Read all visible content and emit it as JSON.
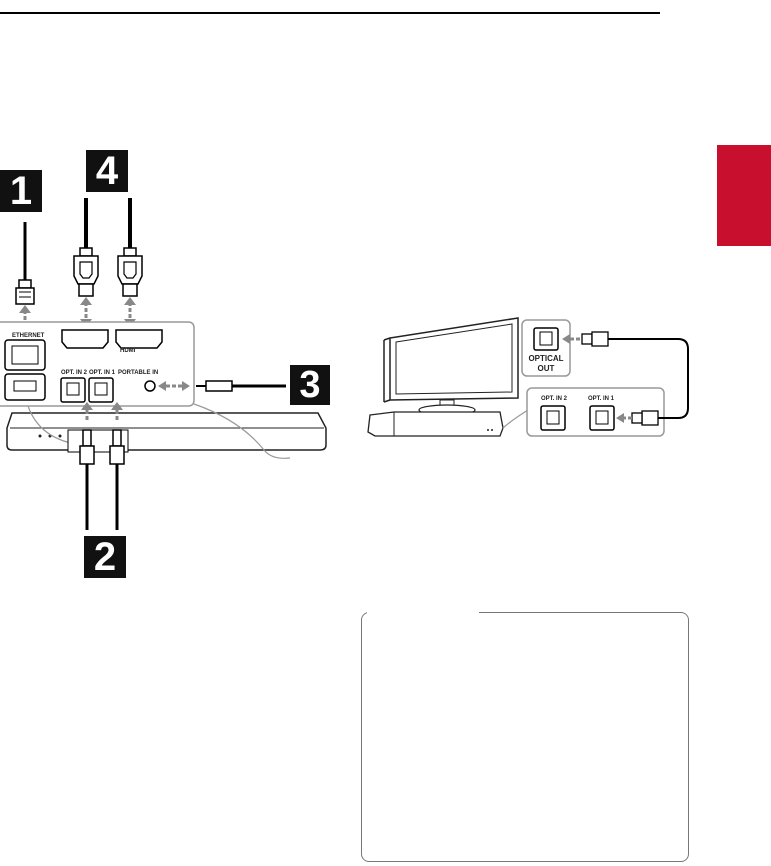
{
  "page": {
    "side_tab_color": "#c8102e"
  },
  "left_diagram": {
    "callouts": [
      "1",
      "2",
      "3",
      "4"
    ],
    "port_labels": {
      "ethernet": "ETHERNET",
      "hdmi": "HDMI",
      "opt_in_2": "OPT. IN 2",
      "opt_in_1": "OPT. IN 1",
      "portable_in": "PORTABLE IN"
    }
  },
  "right_diagram": {
    "tv_port_label_line1": "OPTICAL",
    "tv_port_label_line2": "OUT",
    "opt_in_2": "OPT. IN 2",
    "opt_in_1": "OPT. IN 1"
  },
  "note_box": {
    "content": ""
  }
}
